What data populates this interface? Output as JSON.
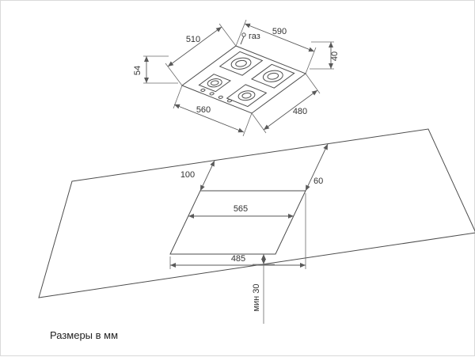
{
  "caption": {
    "text": "Размеры в мм"
  },
  "top_view": {
    "gas_label": "газ",
    "dims": {
      "depth_top": "510",
      "width_top": "590",
      "height_right": "40",
      "height_left": "54",
      "bottom_left": "560",
      "bottom_right": "480"
    }
  },
  "bottom_view": {
    "dims": {
      "back_offset": "100",
      "side_offset": "60",
      "cutout_width": "565",
      "cutout_depth": "485",
      "front_min": "мин 30"
    }
  },
  "colors": {
    "line": "#4d4d4d",
    "dimension_line": "#5a5a5a",
    "text": "#333333",
    "background": "#ffffff",
    "border": "#d9d9d9"
  }
}
